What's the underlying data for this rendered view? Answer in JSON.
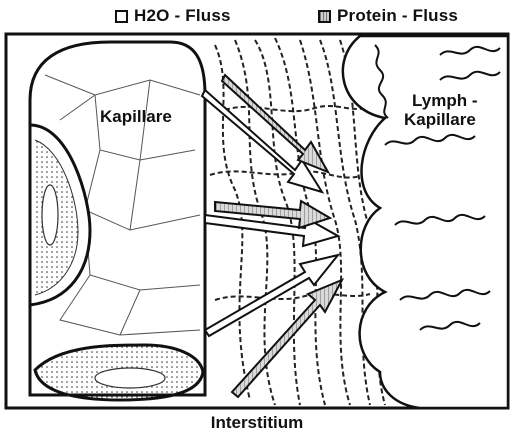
{
  "legend": {
    "water_label": "H2O - Fluss",
    "protein_label": "Protein - Fluss"
  },
  "labels": {
    "capillary": "Kapillare",
    "lymph_line1": "Lymph -",
    "lymph_line2": "Kapillare",
    "interstitium": "Interstitium"
  }
}
